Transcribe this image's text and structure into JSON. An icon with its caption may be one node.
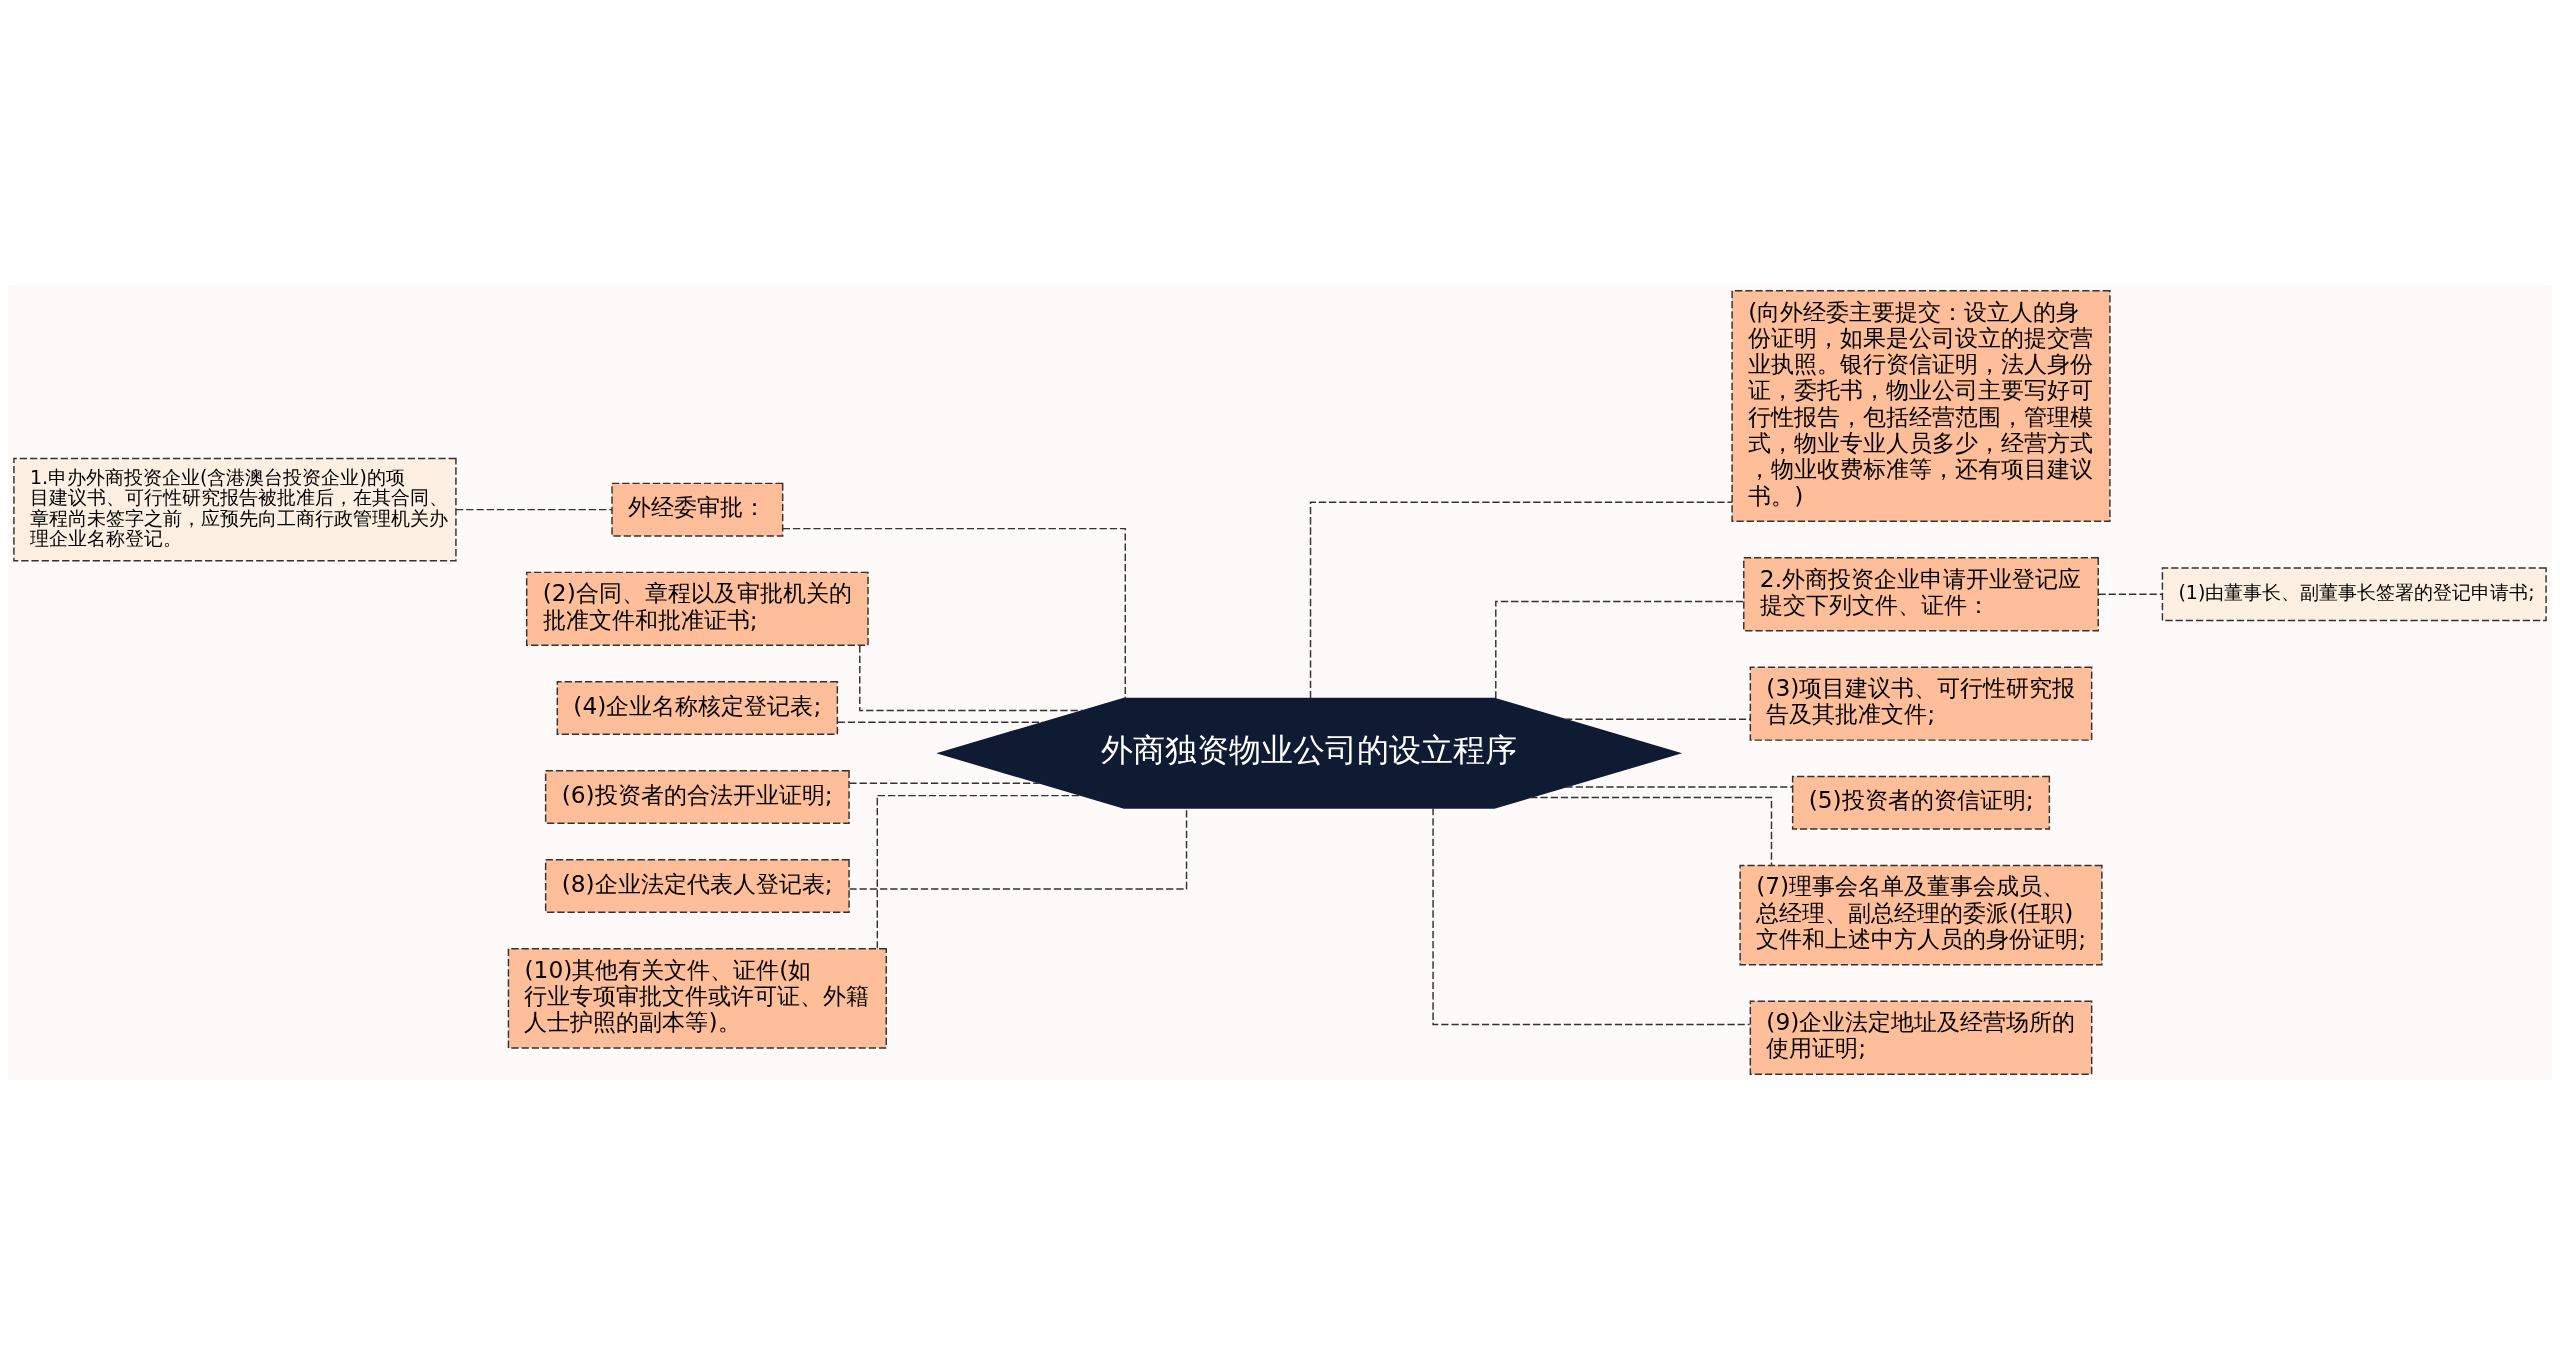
{
  "diagram": {
    "nodes": [
      {
        "text": [
          "外商独资物业公司的设立程序"
        ]
      },
      {
        "text": [
          "外经委审批："
        ]
      },
      {
        "text": [
          "1.申办外商投资企业(含港澳台投资企业)的项目建议书、可行性研究报告被批准后，在其合同、章程尚未签字之前，应预先向工商行政管理机关办理企业名称登记。"
        ]
      },
      {
        "text": [
          "(2)合同、章程以及审批机关的批准文件和批准证书;"
        ]
      },
      {
        "text": [
          "(4)企业名称核定登记表;"
        ]
      },
      {
        "text": [
          "(6)投资者的合法开业证明;"
        ]
      },
      {
        "text": [
          "(8)企业法定代表人登记表;"
        ]
      },
      {
        "text": [
          "(10)其他有关文件、证件(如行业专项审批文件或许可证、外籍人士护照的副本等)。"
        ]
      },
      {
        "text": [
          "(向外经委主要提交：设立人的身份证明，如果是公司设立的提交营业执照。银行资信证明，法人身份证，委托书，物业公司主要写好可行性报告，包括经营范围，管理模式，物业专业人员多少，经营方式，物业收费标准等，还有项目建议书。)"
        ]
      },
      {
        "text": [
          "2.外商投资企业申请开业登记应提交下列文件、证件："
        ]
      },
      {
        "text": [
          "(1)由董事长、副董事长签署的登记申请书;"
        ]
      },
      {
        "text": [
          "(3)项目建议书、可行性研究报告及其批准文件;"
        ]
      },
      {
        "text": [
          "(5)投资者的资信证明;"
        ]
      },
      {
        "text": [
          "(7)理事会名单及董事会成员、总经理、副总经理的委派(任职)文件和上述中方人员的身份证明;"
        ]
      },
      {
        "text": [
          "(9)企业法定地址及经营场所的使用证明;"
        ]
      }
    ],
    "edges": [
      {
        "from": 0,
        "to": 1,
        "arrow": "none",
        "style": "dashed"
      },
      {
        "from": 1,
        "to": 2,
        "arrow": "none",
        "style": "dashed"
      },
      {
        "from": 0,
        "to": 3,
        "arrow": "none",
        "style": "dashed"
      },
      {
        "from": 0,
        "to": 4,
        "arrow": "none",
        "style": "dashed"
      },
      {
        "from": 0,
        "to": 5,
        "arrow": "none",
        "style": "dashed"
      },
      {
        "from": 0,
        "to": 6,
        "arrow": "none",
        "style": "dashed"
      },
      {
        "from": 0,
        "to": 7,
        "arrow": "none",
        "style": "dashed"
      },
      {
        "from": 0,
        "to": 8,
        "arrow": "none",
        "style": "dashed"
      },
      {
        "from": 0,
        "to": 9,
        "arrow": "none",
        "style": "dashed"
      },
      {
        "from": 9,
        "to": 10,
        "arrow": "none",
        "style": "dashed"
      },
      {
        "from": 0,
        "to": 11,
        "arrow": "none",
        "style": "dashed"
      },
      {
        "from": 0,
        "to": 12,
        "arrow": "none",
        "style": "dashed"
      },
      {
        "from": 0,
        "to": 13,
        "arrow": "none",
        "style": "dashed"
      },
      {
        "from": 0,
        "to": 14,
        "arrow": "none",
        "style": "dashed"
      }
    ]
  }
}
